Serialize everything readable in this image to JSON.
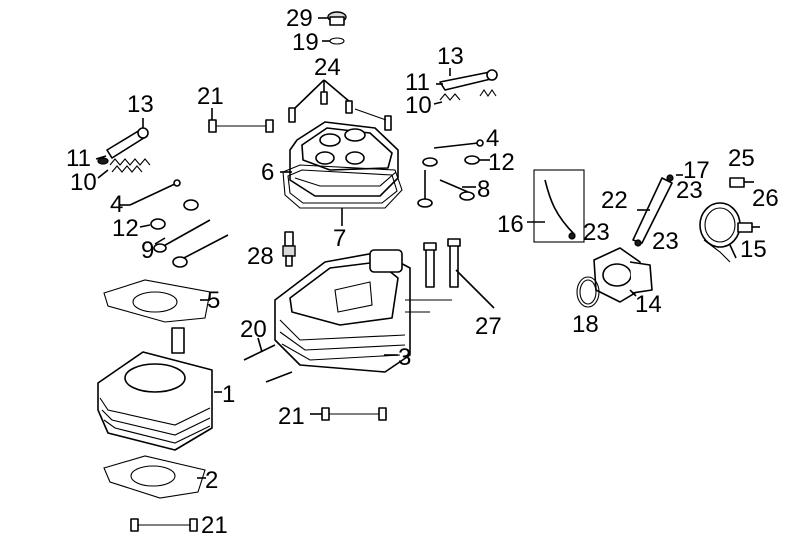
{
  "callouts": {
    "c1": "1",
    "c2": "2",
    "c3": "3",
    "c4a": "4",
    "c4b": "4",
    "c5": "5",
    "c6": "6",
    "c7": "7",
    "c8": "8",
    "c9": "9",
    "c10a": "10",
    "c10b": "10",
    "c11a": "11",
    "c11b": "11",
    "c12a": "12",
    "c12b": "12",
    "c13a": "13",
    "c13b": "13",
    "c14": "14",
    "c15": "15",
    "c16": "16",
    "c17": "17",
    "c18": "18",
    "c19": "19",
    "c20": "20",
    "c21a": "21",
    "c21b": "21",
    "c21c": "21",
    "c22": "22",
    "c23a": "23",
    "c23b": "23",
    "c23c": "23",
    "c24": "24",
    "c25": "25",
    "c26": "26",
    "c27": "27",
    "c28": "28",
    "c29": "29"
  }
}
